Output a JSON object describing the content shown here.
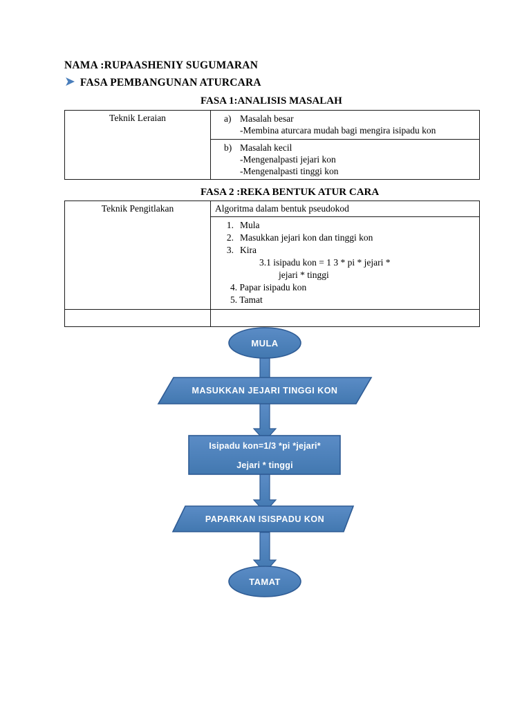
{
  "header": {
    "nama": "NAMA :RUPAASHENIY SUGUMARAN",
    "bullet_icon": "double-chevron-right-icon",
    "bullet_label": "FASA PEMBANGUNAN ATURCARA"
  },
  "phase1": {
    "title": "FASA 1:ANALISIS MASALAH",
    "left_label": "Teknik Leraian",
    "rows": [
      {
        "marker": "a)",
        "heading": "Masalah besar",
        "lines": [
          "-Membina aturcara mudah bagi mengira isipadu kon"
        ]
      },
      {
        "marker": "b)",
        "heading": "Masalah kecil",
        "lines": [
          "-Mengenalpasti jejari kon",
          "-Mengenalpasti tinggi kon"
        ]
      }
    ]
  },
  "phase2": {
    "title": "FASA 2 :REKA BENTUK ATUR CARA",
    "left_label": "Teknik Pengitlakan",
    "algo_header": "Algoritma dalam bentuk pseudokod",
    "steps": [
      {
        "num": "1.",
        "text": "Mula"
      },
      {
        "num": "2.",
        "text": "Masukkan jejari kon dan tinggi kon"
      },
      {
        "num": "3.",
        "text": "Kira",
        "sub": "3.1 isipadu kon = 1 3 * pi * jejari *",
        "sub2": "jejari * tinggi"
      }
    ],
    "plain_steps": [
      "4. Papar isipadu kon",
      "5. Tamat"
    ],
    "empty_row": ""
  },
  "flowchart": {
    "colors": {
      "fill": "#4a7ebb",
      "stroke": "#2e5b94",
      "text": "#ffffff"
    },
    "nodes": [
      {
        "id": "start",
        "shape": "oval",
        "label": "MULA"
      },
      {
        "id": "input",
        "shape": "parallelogram",
        "label": "MASUKKAN JEJARI TINGGI KON"
      },
      {
        "id": "process",
        "shape": "rectangle",
        "label_line1": "Isipadu kon=1/3 *pi *jejari*",
        "label_line2": "Jejari * tinggi"
      },
      {
        "id": "output",
        "shape": "parallelogram",
        "label": "PAPARKAN ISISPADU KON"
      },
      {
        "id": "end",
        "shape": "oval",
        "label": "TAMAT"
      }
    ],
    "connector_icon": "arrow-down-icon"
  }
}
